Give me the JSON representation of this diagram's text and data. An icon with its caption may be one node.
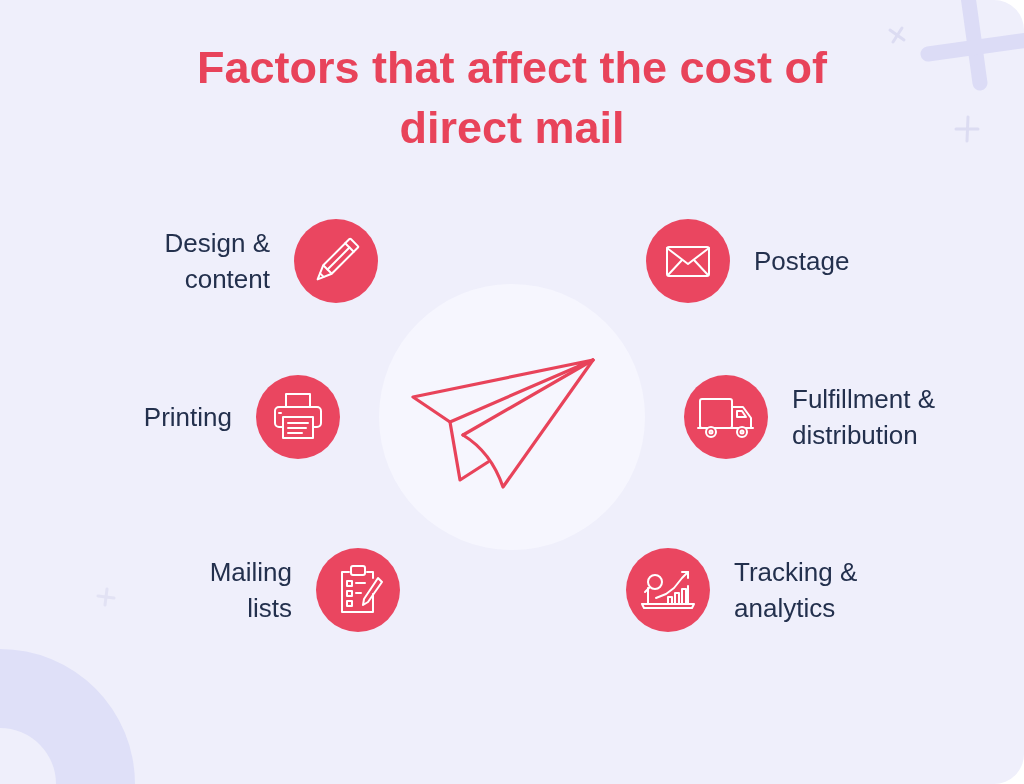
{
  "diagram": {
    "title": "Factors that affect the cost of direct mail",
    "nodes": [
      {
        "text": [],
        "shape": "circle",
        "beside": [
          "Design & content"
        ]
      },
      {
        "text": [],
        "shape": "circle",
        "beside": [
          "Postage"
        ]
      },
      {
        "text": [],
        "shape": "circle",
        "beside": [
          "Printing"
        ]
      },
      {
        "text": [],
        "shape": "circle"
      },
      {
        "text": [],
        "shape": "circle",
        "beside": [
          "Fulfillment & distribution"
        ]
      },
      {
        "text": [],
        "shape": "circle",
        "beside": [
          "Mailing lists"
        ]
      },
      {
        "text": [],
        "shape": "circle",
        "beside": [
          "Tracking & analytics"
        ]
      }
    ]
  }
}
